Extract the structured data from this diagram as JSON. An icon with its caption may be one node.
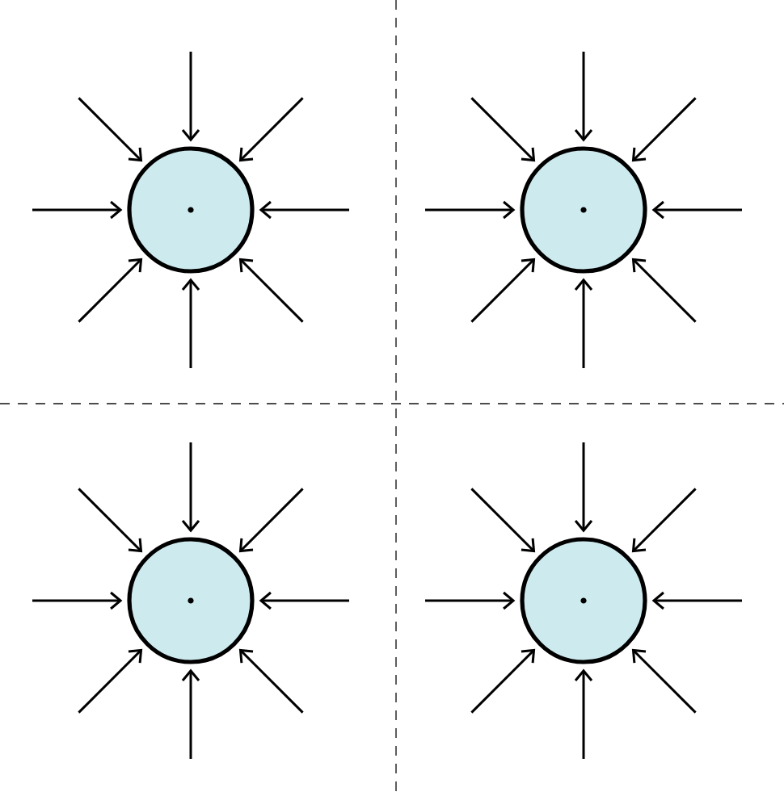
{
  "diagram": {
    "nodes": [
      {
        "text": [],
        "shape": "circle"
      },
      {
        "text": [],
        "shape": "circle"
      },
      {
        "text": [],
        "shape": "circle"
      },
      {
        "text": [],
        "shape": "circle"
      }
    ],
    "edges": [
      {
        "from": null,
        "to": 0,
        "arrow": "to"
      },
      {
        "from": null,
        "to": 0,
        "arrow": "to"
      },
      {
        "from": null,
        "to": 0,
        "arrow": "to"
      },
      {
        "from": null,
        "to": 0,
        "arrow": "to"
      },
      {
        "from": null,
        "to": 0,
        "arrow": "to"
      },
      {
        "from": null,
        "to": 0,
        "arrow": "to"
      },
      {
        "from": null,
        "to": 0,
        "arrow": "to"
      },
      {
        "from": null,
        "to": 0,
        "arrow": "to"
      },
      {
        "from": null,
        "to": 1,
        "arrow": "to"
      },
      {
        "from": null,
        "to": 1,
        "arrow": "to"
      },
      {
        "from": null,
        "to": 1,
        "arrow": "to"
      },
      {
        "from": null,
        "to": 1,
        "arrow": "to"
      },
      {
        "from": null,
        "to": 1,
        "arrow": "to"
      },
      {
        "from": null,
        "to": 1,
        "arrow": "to"
      },
      {
        "from": null,
        "to": 1,
        "arrow": "to"
      },
      {
        "from": null,
        "to": 1,
        "arrow": "to"
      },
      {
        "from": null,
        "to": 2,
        "arrow": "to"
      },
      {
        "from": null,
        "to": 2,
        "arrow": "to"
      },
      {
        "from": null,
        "to": 2,
        "arrow": "to"
      },
      {
        "from": null,
        "to": 2,
        "arrow": "to"
      },
      {
        "from": null,
        "to": 2,
        "arrow": "to"
      },
      {
        "from": null,
        "to": 2,
        "arrow": "to"
      },
      {
        "from": null,
        "to": 2,
        "arrow": "to"
      },
      {
        "from": null,
        "to": 2,
        "arrow": "to"
      },
      {
        "from": null,
        "to": 3,
        "arrow": "to"
      },
      {
        "from": null,
        "to": 3,
        "arrow": "to"
      },
      {
        "from": null,
        "to": 3,
        "arrow": "to"
      },
      {
        "from": null,
        "to": 3,
        "arrow": "to"
      },
      {
        "from": null,
        "to": 3,
        "arrow": "to"
      },
      {
        "from": null,
        "to": 3,
        "arrow": "to"
      },
      {
        "from": null,
        "to": 3,
        "arrow": "to"
      },
      {
        "from": null,
        "to": 3,
        "arrow": "to"
      }
    ]
  }
}
